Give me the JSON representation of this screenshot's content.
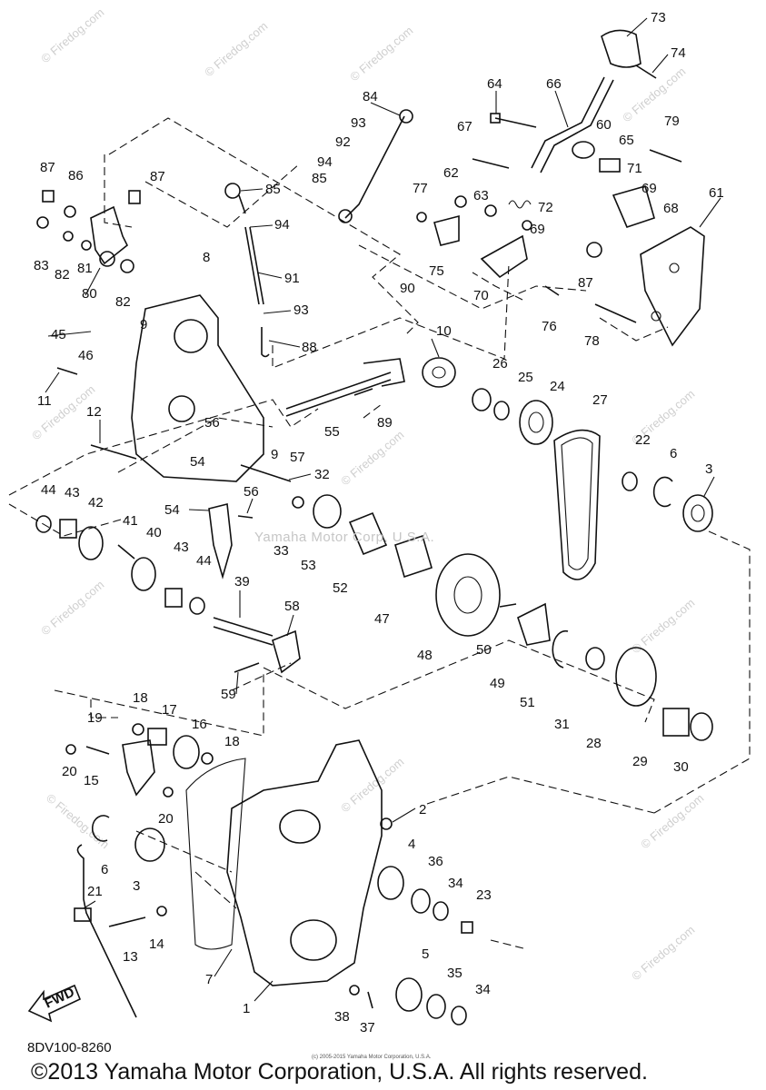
{
  "diagram_code": "8DV100-8260",
  "copyright": "©2013 Yamaha Motor Corporation, U.S.A. All rights reserved.",
  "micro_notice": "(c) 2005-2015 Yamaha Motor Corporation, U.S.A.",
  "center_watermark": "Yamaha Motor Corp, U.S.A.",
  "firedog_watermark": "© Firedog.com",
  "fwd_label": "FWD",
  "part_labels": [
    {
      "id": "73",
      "text": "73"
    },
    {
      "id": "74",
      "text": "74"
    },
    {
      "id": "64",
      "text": "64"
    },
    {
      "id": "66",
      "text": "66"
    },
    {
      "id": "84",
      "text": "84"
    },
    {
      "id": "93a",
      "text": "93"
    },
    {
      "id": "92",
      "text": "92"
    },
    {
      "id": "94a",
      "text": "94"
    },
    {
      "id": "85a",
      "text": "85"
    },
    {
      "id": "85b",
      "text": "85"
    },
    {
      "id": "67",
      "text": "67"
    },
    {
      "id": "60",
      "text": "60"
    },
    {
      "id": "65",
      "text": "65"
    },
    {
      "id": "79",
      "text": "79"
    },
    {
      "id": "62",
      "text": "62"
    },
    {
      "id": "71",
      "text": "71"
    },
    {
      "id": "69a",
      "text": "69"
    },
    {
      "id": "68",
      "text": "68"
    },
    {
      "id": "61",
      "text": "61"
    },
    {
      "id": "77",
      "text": "77"
    },
    {
      "id": "63",
      "text": "63"
    },
    {
      "id": "72",
      "text": "72"
    },
    {
      "id": "69b",
      "text": "69"
    },
    {
      "id": "87a",
      "text": "87"
    },
    {
      "id": "86",
      "text": "86"
    },
    {
      "id": "87b",
      "text": "87"
    },
    {
      "id": "94b",
      "text": "94"
    },
    {
      "id": "83",
      "text": "83"
    },
    {
      "id": "82a",
      "text": "82"
    },
    {
      "id": "81",
      "text": "81"
    },
    {
      "id": "8",
      "text": "8"
    },
    {
      "id": "91",
      "text": "91"
    },
    {
      "id": "75",
      "text": "75"
    },
    {
      "id": "87c",
      "text": "87"
    },
    {
      "id": "80",
      "text": "80"
    },
    {
      "id": "82b",
      "text": "82"
    },
    {
      "id": "70",
      "text": "70"
    },
    {
      "id": "90",
      "text": "90"
    },
    {
      "id": "93b",
      "text": "93"
    },
    {
      "id": "76",
      "text": "76"
    },
    {
      "id": "78",
      "text": "78"
    },
    {
      "id": "45",
      "text": "45"
    },
    {
      "id": "9a",
      "text": "9"
    },
    {
      "id": "10",
      "text": "10"
    },
    {
      "id": "88",
      "text": "88"
    },
    {
      "id": "46",
      "text": "46"
    },
    {
      "id": "26",
      "text": "26"
    },
    {
      "id": "25",
      "text": "25"
    },
    {
      "id": "24",
      "text": "24"
    },
    {
      "id": "27",
      "text": "27"
    },
    {
      "id": "11",
      "text": "11"
    },
    {
      "id": "12",
      "text": "12"
    },
    {
      "id": "56a",
      "text": "56"
    },
    {
      "id": "89",
      "text": "89"
    },
    {
      "id": "55",
      "text": "55"
    },
    {
      "id": "57",
      "text": "57"
    },
    {
      "id": "54a",
      "text": "54"
    },
    {
      "id": "9b",
      "text": "9"
    },
    {
      "id": "22",
      "text": "22"
    },
    {
      "id": "6a",
      "text": "6"
    },
    {
      "id": "3a",
      "text": "3"
    },
    {
      "id": "32",
      "text": "32"
    },
    {
      "id": "44a",
      "text": "44"
    },
    {
      "id": "43a",
      "text": "43"
    },
    {
      "id": "42",
      "text": "42"
    },
    {
      "id": "54b",
      "text": "54"
    },
    {
      "id": "56b",
      "text": "56"
    },
    {
      "id": "41",
      "text": "41"
    },
    {
      "id": "40",
      "text": "40"
    },
    {
      "id": "33",
      "text": "33"
    },
    {
      "id": "53",
      "text": "53"
    },
    {
      "id": "52",
      "text": "52"
    },
    {
      "id": "43b",
      "text": "43"
    },
    {
      "id": "44b",
      "text": "44"
    },
    {
      "id": "39",
      "text": "39"
    },
    {
      "id": "58",
      "text": "58"
    },
    {
      "id": "47",
      "text": "47"
    },
    {
      "id": "48",
      "text": "48"
    },
    {
      "id": "50",
      "text": "50"
    },
    {
      "id": "49",
      "text": "49"
    },
    {
      "id": "51",
      "text": "51"
    },
    {
      "id": "31",
      "text": "31"
    },
    {
      "id": "59",
      "text": "59"
    },
    {
      "id": "28",
      "text": "28"
    },
    {
      "id": "29",
      "text": "29"
    },
    {
      "id": "30",
      "text": "30"
    },
    {
      "id": "18a",
      "text": "18"
    },
    {
      "id": "17",
      "text": "17"
    },
    {
      "id": "16",
      "text": "16"
    },
    {
      "id": "19",
      "text": "19"
    },
    {
      "id": "18b",
      "text": "18"
    },
    {
      "id": "20a",
      "text": "20"
    },
    {
      "id": "15",
      "text": "15"
    },
    {
      "id": "20b",
      "text": "20"
    },
    {
      "id": "2",
      "text": "2"
    },
    {
      "id": "6b",
      "text": "6"
    },
    {
      "id": "3b",
      "text": "3"
    },
    {
      "id": "4",
      "text": "4"
    },
    {
      "id": "36",
      "text": "36"
    },
    {
      "id": "34a",
      "text": "34"
    },
    {
      "id": "23",
      "text": "23"
    },
    {
      "id": "21",
      "text": "21"
    },
    {
      "id": "14",
      "text": "14"
    },
    {
      "id": "13",
      "text": "13"
    },
    {
      "id": "7",
      "text": "7"
    },
    {
      "id": "5",
      "text": "5"
    },
    {
      "id": "35",
      "text": "35"
    },
    {
      "id": "34b",
      "text": "34"
    },
    {
      "id": "1",
      "text": "1"
    },
    {
      "id": "38",
      "text": "38"
    },
    {
      "id": "37",
      "text": "37"
    }
  ]
}
